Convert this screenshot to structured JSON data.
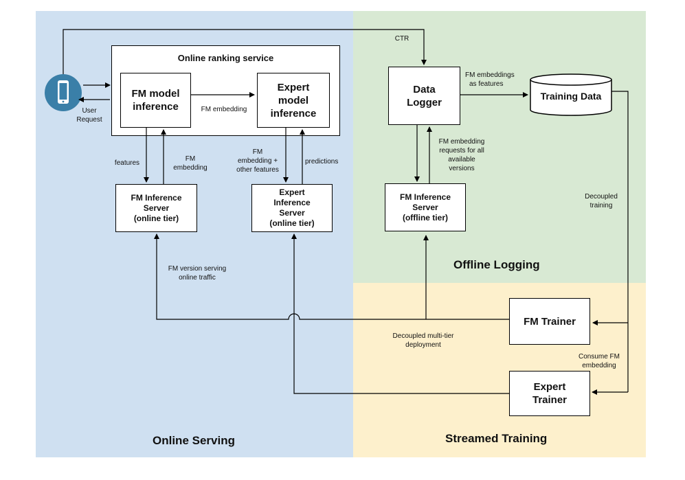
{
  "colors": {
    "online_bg": "#cfe0f1",
    "offline_bg": "#d8e9d3",
    "stream_bg": "#fdf0cc",
    "phone_bg": "#3a7fa8"
  },
  "icons": {
    "phone": "smartphone-icon",
    "database": "cylinder-database-icon"
  },
  "regions": {
    "online_serving": "Online Serving",
    "offline_logging": "Offline Logging",
    "streamed_training": "Streamed Training"
  },
  "nodes": {
    "online_ranking_service": "Online ranking service",
    "fm_model_inference": [
      "FM model",
      "inference"
    ],
    "expert_model_inference": [
      "Expert",
      "model",
      "inference"
    ],
    "fm_inference_online": [
      "FM Inference",
      "Server",
      "(online tier)"
    ],
    "expert_inference_online": [
      "Expert",
      "Inference",
      "Server",
      "(online tier)"
    ],
    "data_logger": [
      "Data",
      "Logger"
    ],
    "training_data": "Training Data",
    "fm_inference_offline": [
      "FM Inference",
      "Server",
      "(offline tier)"
    ],
    "fm_trainer": "FM Trainer",
    "expert_trainer": [
      "Expert",
      "Trainer"
    ]
  },
  "edge_labels": {
    "user_request": [
      "User",
      "Request"
    ],
    "ctr": "CTR",
    "fm_embedding": "FM embedding",
    "features": "features",
    "fm_embedding_2": [
      "FM",
      "embedding"
    ],
    "fm_embedding_other": [
      "FM",
      "embedding +",
      "other features"
    ],
    "predictions": "predictions",
    "fm_embeddings_as_features": [
      "FM embeddings",
      "as features"
    ],
    "fm_embedding_requests": [
      "FM embedding",
      "requests for all",
      "available",
      "versions"
    ],
    "decoupled_training": [
      "Decoupled",
      "training"
    ],
    "fm_version_serving": [
      "FM version serving",
      "online traffic"
    ],
    "decoupled_multi_tier": [
      "Decoupled multi-tier",
      "deployment"
    ],
    "consume_fm_embedding": [
      "Consume FM",
      "embedding"
    ]
  }
}
